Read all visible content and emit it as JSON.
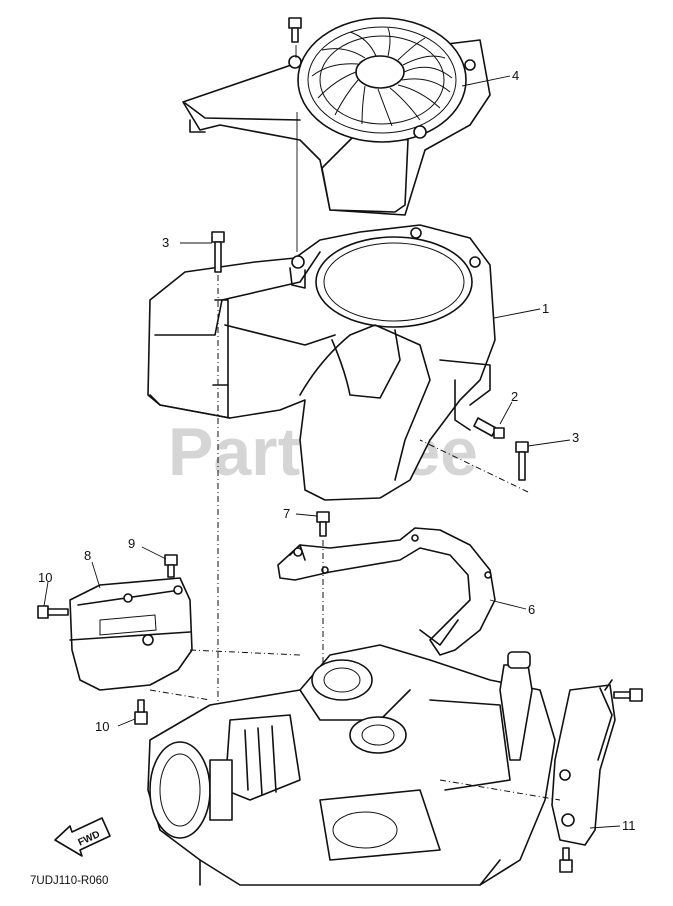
{
  "diagram": {
    "watermark": "PartsTree",
    "diagram_code": "7UDJ110-R060",
    "direction_label": "FWD",
    "callouts": [
      {
        "id": "c4",
        "label": "4"
      },
      {
        "id": "c3a",
        "label": "3"
      },
      {
        "id": "c1",
        "label": "1"
      },
      {
        "id": "c2",
        "label": "2"
      },
      {
        "id": "c3b",
        "label": "3"
      },
      {
        "id": "c7",
        "label": "7"
      },
      {
        "id": "c9",
        "label": "9"
      },
      {
        "id": "c8",
        "label": "8"
      },
      {
        "id": "c10a",
        "label": "10"
      },
      {
        "id": "c6",
        "label": "6"
      },
      {
        "id": "c10b",
        "label": "10"
      },
      {
        "id": "c11",
        "label": "11"
      }
    ]
  }
}
